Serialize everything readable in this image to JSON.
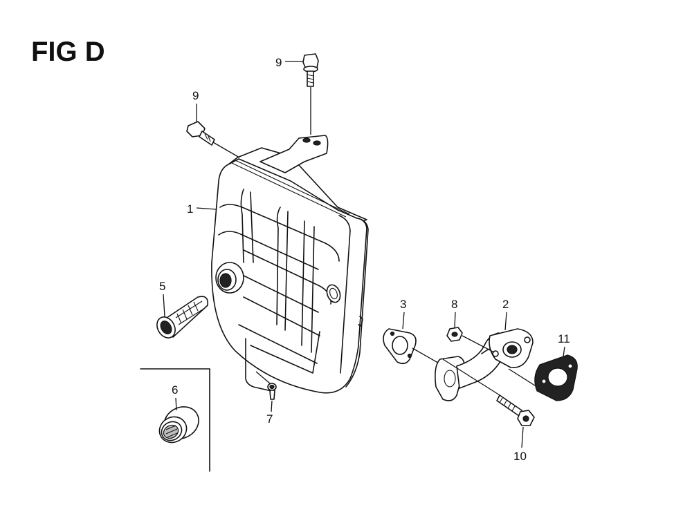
{
  "figure": {
    "title": "FIG D"
  },
  "callouts": [
    {
      "id": "c1",
      "label": "1"
    },
    {
      "id": "c2",
      "label": "2"
    },
    {
      "id": "c3",
      "label": "3"
    },
    {
      "id": "c5",
      "label": "5"
    },
    {
      "id": "c6",
      "label": "6"
    },
    {
      "id": "c7",
      "label": "7"
    },
    {
      "id": "c8",
      "label": "8"
    },
    {
      "id": "c9a",
      "label": "9"
    },
    {
      "id": "c9b",
      "label": "9"
    },
    {
      "id": "c10",
      "label": "10"
    },
    {
      "id": "c11",
      "label": "11"
    }
  ]
}
